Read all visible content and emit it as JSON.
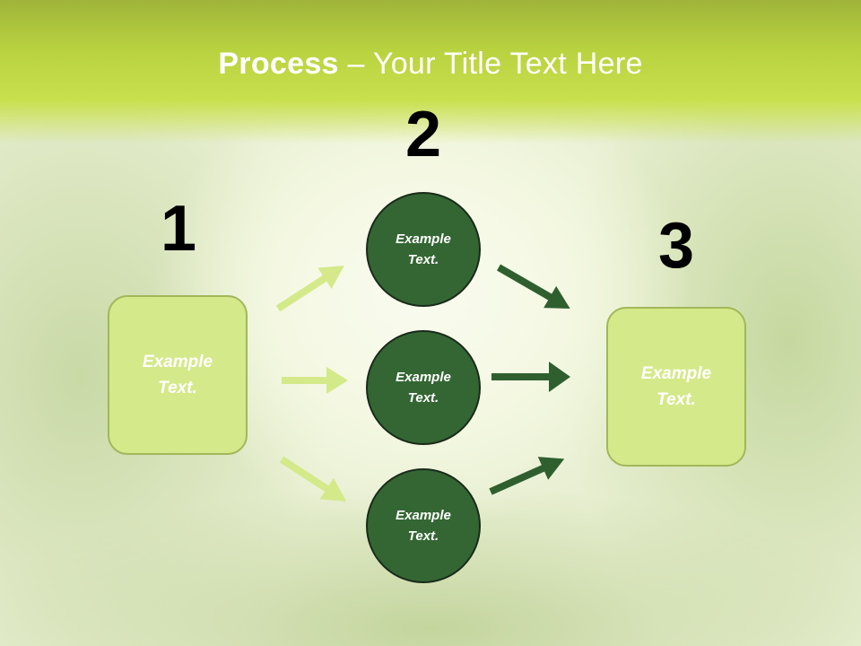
{
  "title": {
    "bold": "Process",
    "rest": " – Your Title Text Here"
  },
  "steps": {
    "one": "1",
    "two": "2",
    "three": "3"
  },
  "boxes": {
    "left": "Example\nText.",
    "right": "Example\nText."
  },
  "circles": {
    "top": "Example\nText.",
    "middle": "Example\nText.",
    "bottom": "Example\nText."
  },
  "colors": {
    "light_green": "#d4e98a",
    "dark_green": "#336633",
    "arrow_light": "#d4e98a",
    "arrow_dark": "#2f5f2f"
  }
}
